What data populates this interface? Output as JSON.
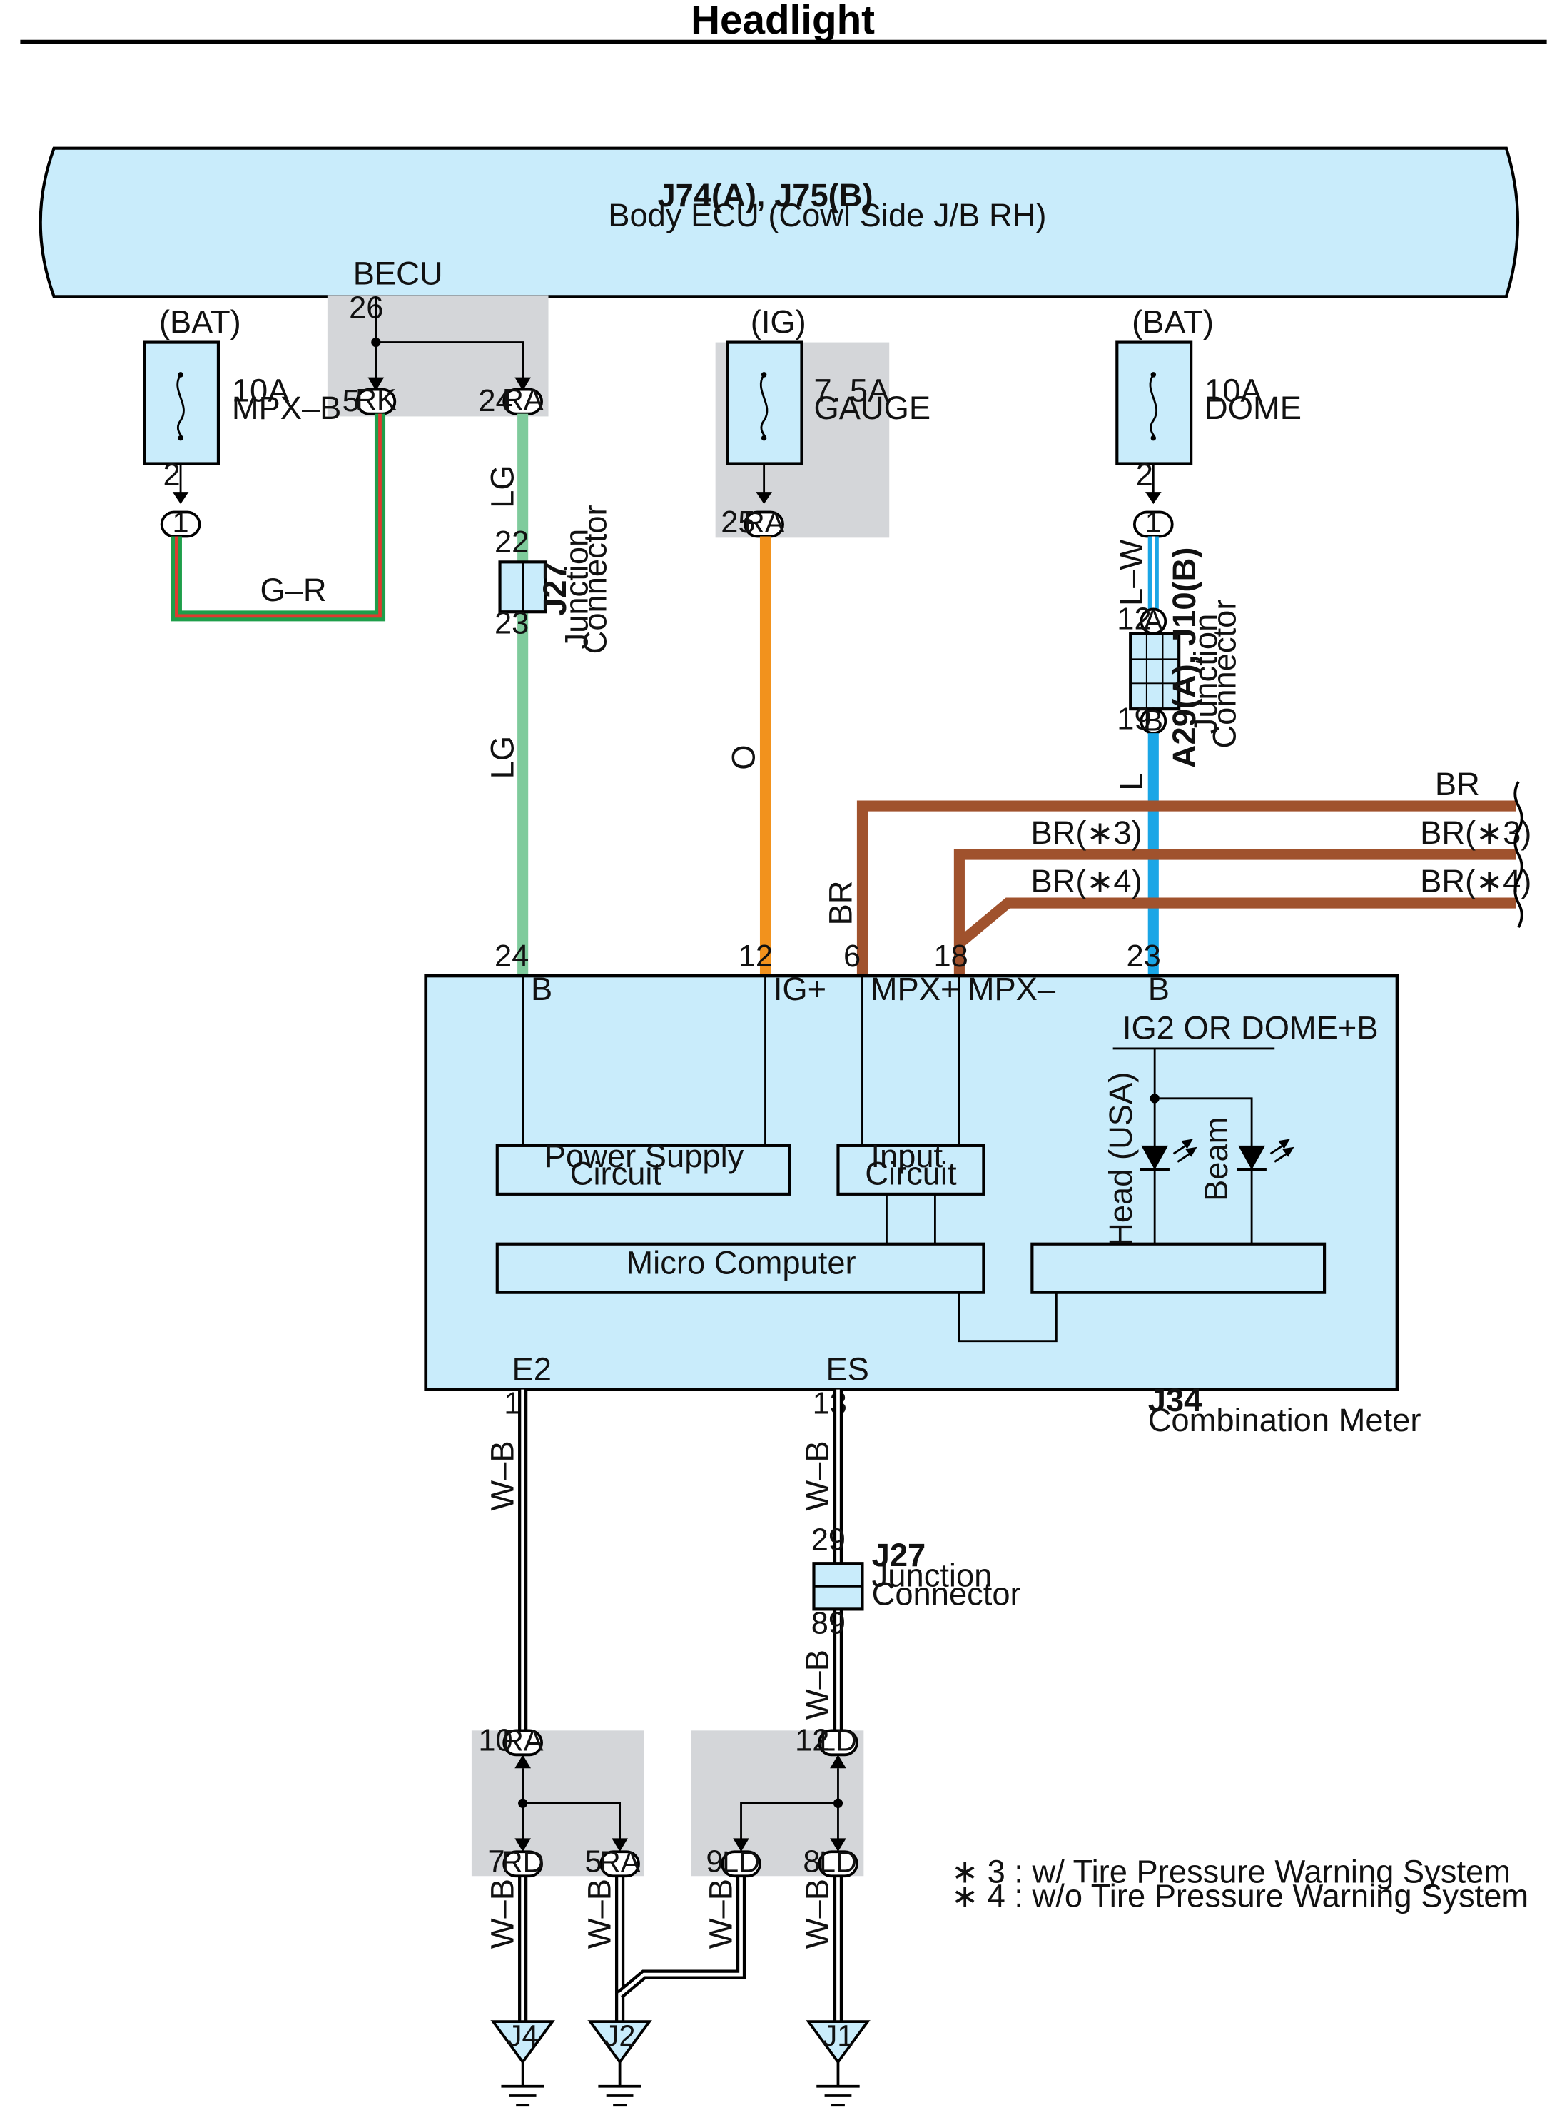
{
  "title": "Headlight",
  "colors": {
    "box_fill": "#c9ecfb",
    "shade": "#d4d6d9",
    "wire_LG": "#7fcb9c",
    "wire_O": "#f2921d",
    "wire_L": "#1aa6e6",
    "wire_BR": "#a0522d",
    "wire_G": "#1e9e4a",
    "wire_R": "#e03a2f"
  },
  "body_ecu": {
    "code": "J74(A), J75(B)",
    "name": "Body ECU (Cowl Side J/B RH)",
    "becu_label": "BECU",
    "becu_pin": "26",
    "conn_rk": {
      "pin": "5",
      "code": "RK"
    },
    "conn_ra": {
      "pin": "24",
      "code": "RA"
    }
  },
  "fuse_mpx": {
    "source": "(BAT)",
    "rating": "10A",
    "name": "MPX–B",
    "out_pin": "2",
    "conn": "1",
    "wire": "G–R"
  },
  "fuse_gauge": {
    "source": "(IG)",
    "rating": "7. 5A",
    "name": "GAUGE",
    "conn_pin": "25",
    "conn": "RA",
    "wire": "O"
  },
  "fuse_dome": {
    "source": "(BAT)",
    "rating": "10A",
    "name": "DOME",
    "out_pin": "2",
    "conn": "1",
    "wire_top": "L–W",
    "wire_bottom": "L"
  },
  "j27_top": {
    "code": "J27",
    "line1": "Junction",
    "line2": "Connector",
    "pin_in": "22",
    "pin_out": "23",
    "wire": "LG"
  },
  "a29": {
    "code": "A29(A), J10(B)",
    "line1": "Junction",
    "line2": "Connector",
    "pin_a": "12",
    "conn_a": "A",
    "pin_b": "19",
    "conn_b": "B"
  },
  "br_wires": {
    "main": "BR",
    "vertical": "BR",
    "w3_left": "BR(∗3)",
    "w3_right": "BR(∗3)",
    "w4_left": "BR(∗4)",
    "w4_right": "BR(∗4)"
  },
  "meter": {
    "code": "J34",
    "name": "Combination Meter",
    "pins": {
      "b": "24",
      "ig": "12",
      "mpxp": "6",
      "mpxm": "18",
      "b2": "23"
    },
    "terms": {
      "b": "B",
      "ig": "IG+",
      "mpxp": "MPX+",
      "mpxm": "MPX–",
      "b2": "B"
    },
    "power_supply_1": "Power Supply",
    "power_supply_2": "Circuit",
    "input_1": "Input",
    "input_2": "Circuit",
    "micro": "Micro Computer",
    "ig2": "IG2 OR DOME+B",
    "head_usa": "Head (USA)",
    "beam": "Beam",
    "e2": "E2",
    "es": "ES",
    "e2_pin": "1",
    "es_pin": "13"
  },
  "j27_bottom": {
    "code": "J27",
    "line1": "Junction",
    "line2": "Connector",
    "pin_in": "29",
    "pin_out": "89"
  },
  "wire_wb": "W–B",
  "ground_left": {
    "top_pin": "10",
    "top_conn": "RA",
    "bl_pin": "7",
    "bl_conn": "RD",
    "br_pin": "5",
    "br_conn": "RA"
  },
  "ground_right": {
    "top_pin": "12",
    "top_conn": "LD",
    "bl_pin": "9",
    "bl_conn": "LD",
    "br_pin": "8",
    "br_conn": "LD"
  },
  "grounds": {
    "j4": "J4",
    "j2": "J2",
    "j1": "J1"
  },
  "notes": {
    "n3": "∗ 3 : w/ Tire Pressure Warning System",
    "n4": "∗ 4 : w/o Tire Pressure Warning System"
  }
}
